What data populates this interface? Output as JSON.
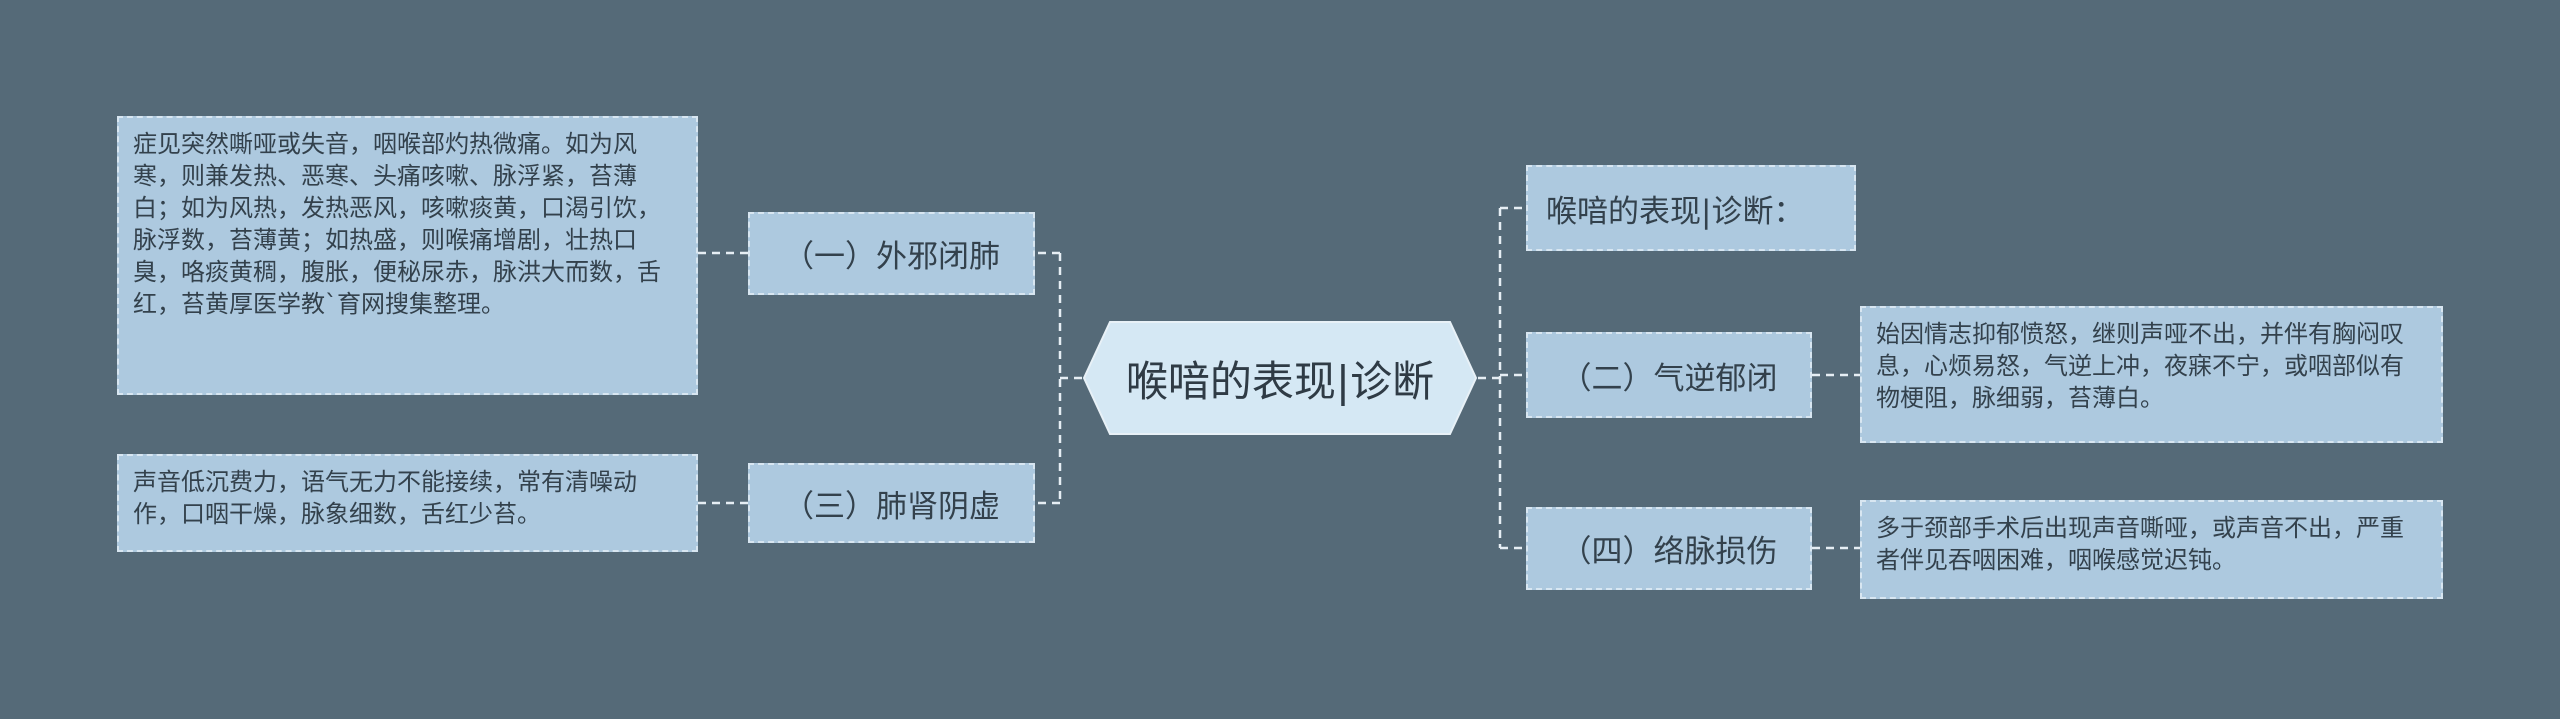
{
  "root": {
    "label": "喉喑的表现|诊断"
  },
  "left": [
    {
      "branch": "（一）外邪闭肺",
      "detail": "症见突然嘶哑或失音，咽喉部灼热微痛。如为风寒，则兼发热、恶寒、头痛咳嗽、脉浮紧，苔薄白；如为风热，发热恶风，咳嗽痰黄，口渴引饮，脉浮数，苔薄黄；如热盛，则喉痛增剧，壮热口臭，咯痰黄稠，腹胀，便秘尿赤，脉洪大而数，舌红，苔黄厚医学教`育网搜集整理。"
    },
    {
      "branch": "（三）肺肾阴虚",
      "detail": "声音低沉费力，语气无力不能接续，常有清噪动作，口咽干燥，脉象细数，舌红少苔。"
    }
  ],
  "right": [
    {
      "heading": "喉喑的表现|诊断："
    },
    {
      "branch": "（二）气逆郁闭",
      "detail": "始因情志抑郁愤怒，继则声哑不出，并伴有胸闷叹息，心烦易怒，气逆上冲，夜寐不宁，或咽部似有物梗阻，脉细弱，苔薄白。"
    },
    {
      "branch": "（四）络脉损伤",
      "detail": "多于颈部手术后出现声音嘶哑，或声音不出，严重者伴见吞咽困难，咽喉感觉迟钝。"
    }
  ],
  "colors": {
    "background": "#556a78",
    "node_fill": "#adc9df",
    "node_border": "#d8e6f1",
    "root_fill": "#d5e8f4",
    "line": "#e6eef4"
  }
}
